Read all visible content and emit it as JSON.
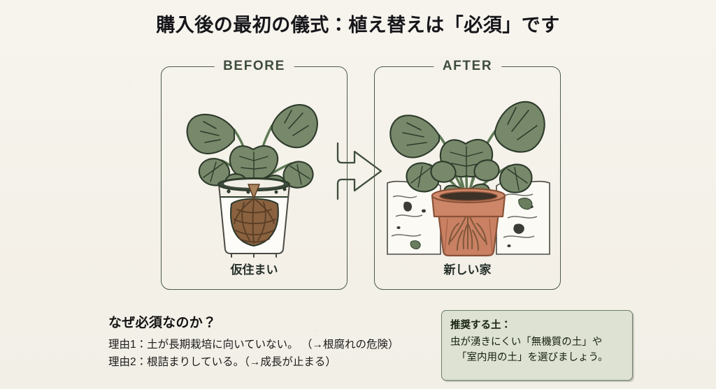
{
  "slide": {
    "title": "購入後の最初の儀式：植え替えは「必須」です",
    "background_color": "#f6f3ec",
    "accent_green": "#4b5b49",
    "leaf_green": "#77896a",
    "terracotta": "#c98063"
  },
  "panels": {
    "before": {
      "label": "BEFORE",
      "caption": "仮住まい",
      "art_name": "root-bound-plant-in-clear-nursery-pot"
    },
    "after": {
      "label": "AFTER",
      "caption": "新しい家",
      "art_name": "repotted-plant-in-terracotta-pot-with-soil"
    }
  },
  "arrow": {
    "icon": "right-arrow-icon",
    "direction": "right"
  },
  "reasons": {
    "heading": "なぜ必須なのか？",
    "items": [
      "理由1：土が長期栽培に向いていない。 （→根腐れの危険）",
      "理由2：根詰まりしている。（→成長が止まる）"
    ]
  },
  "tip_box": {
    "title": "推奨する土：",
    "lines": [
      "虫が湧きにくい「無機質の土」や",
      "「室内用の土」を選びましょう。"
    ],
    "fill_color": "#dde2d3",
    "border_color": "#6d7f66"
  }
}
